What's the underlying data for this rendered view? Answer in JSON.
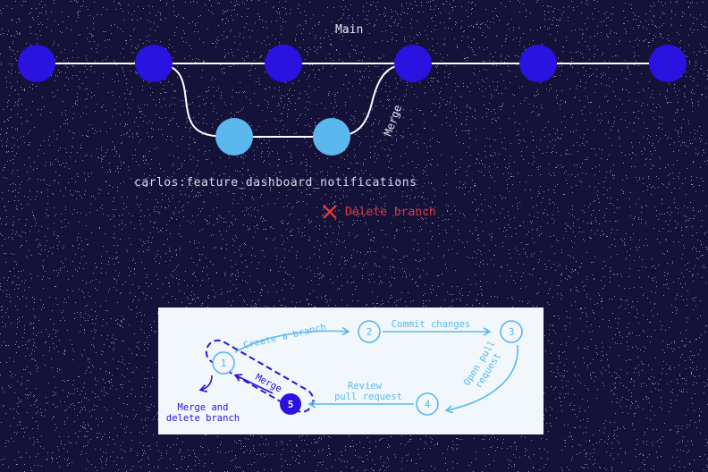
{
  "colors": {
    "background": "#15123a",
    "main_commit": "#2a12e0",
    "feature_commit": "#5ab8ee",
    "line": "#ffffff",
    "delete": "#e03a3a",
    "panel_bg": "#f1f7fb",
    "panel_accent": "#5ab8ee",
    "panel_dark": "#2a12e0"
  },
  "graph": {
    "main_label": "Main",
    "merge_label": "Merge",
    "branch_name": "carlos:feature_dashboard_notifications",
    "delete_label": "Delete branch",
    "delete_icon": "x-icon"
  },
  "panel": {
    "steps": [
      {
        "number": "1",
        "label": "Create a branch"
      },
      {
        "number": "2",
        "label": "Commit changes"
      },
      {
        "number": "3",
        "label": "Open pull request"
      },
      {
        "number": "4",
        "label": "Review pull request"
      },
      {
        "number": "5",
        "label": "Merge"
      }
    ],
    "step3_line1": "Open pull",
    "step3_line2": "request",
    "step4_line1": "Review",
    "step4_line2": "pull request",
    "final_line1": "Merge and",
    "final_line2": "delete branch"
  }
}
